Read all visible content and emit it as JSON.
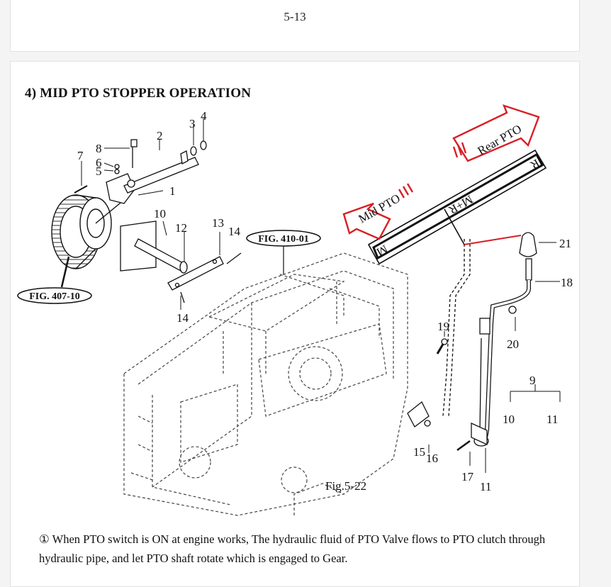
{
  "page": {
    "number": "5-13"
  },
  "section": {
    "title": "4) MID PTO STOPPER OPERATION"
  },
  "figure": {
    "caption": "Fig.5-22",
    "refs": {
      "ref_407": "FIG. 407-10",
      "ref_410": "FIG. 410-01"
    },
    "lever_plate": {
      "mid_pto": "Mid PTO",
      "rear_pto": "Rear PTO",
      "pos_m": "M",
      "pos_mr": "M+R",
      "pos_r": "R"
    },
    "labels": {
      "n1": "1",
      "n2": "2",
      "n3": "3",
      "n4": "4",
      "n5": "5",
      "n6": "6",
      "n7": "7",
      "n8": "8",
      "n10a": "10",
      "n12": "12",
      "n13": "13",
      "n14a": "14",
      "n14b": "14",
      "n15": "15",
      "n16": "16",
      "n17": "17",
      "n18": "18",
      "n19": "19",
      "n20": "20",
      "n21": "21",
      "n9": "9",
      "n10b": "10",
      "n11a": "11",
      "n11b": "11"
    }
  },
  "notes": {
    "item1_marker": "①",
    "item1_text": "When PTO switch is ON at engine works, The hydraulic fluid of PTO Valve flows to PTO clutch through hydraulic pipe, and let PTO shaft rotate which is engaged to Gear."
  }
}
